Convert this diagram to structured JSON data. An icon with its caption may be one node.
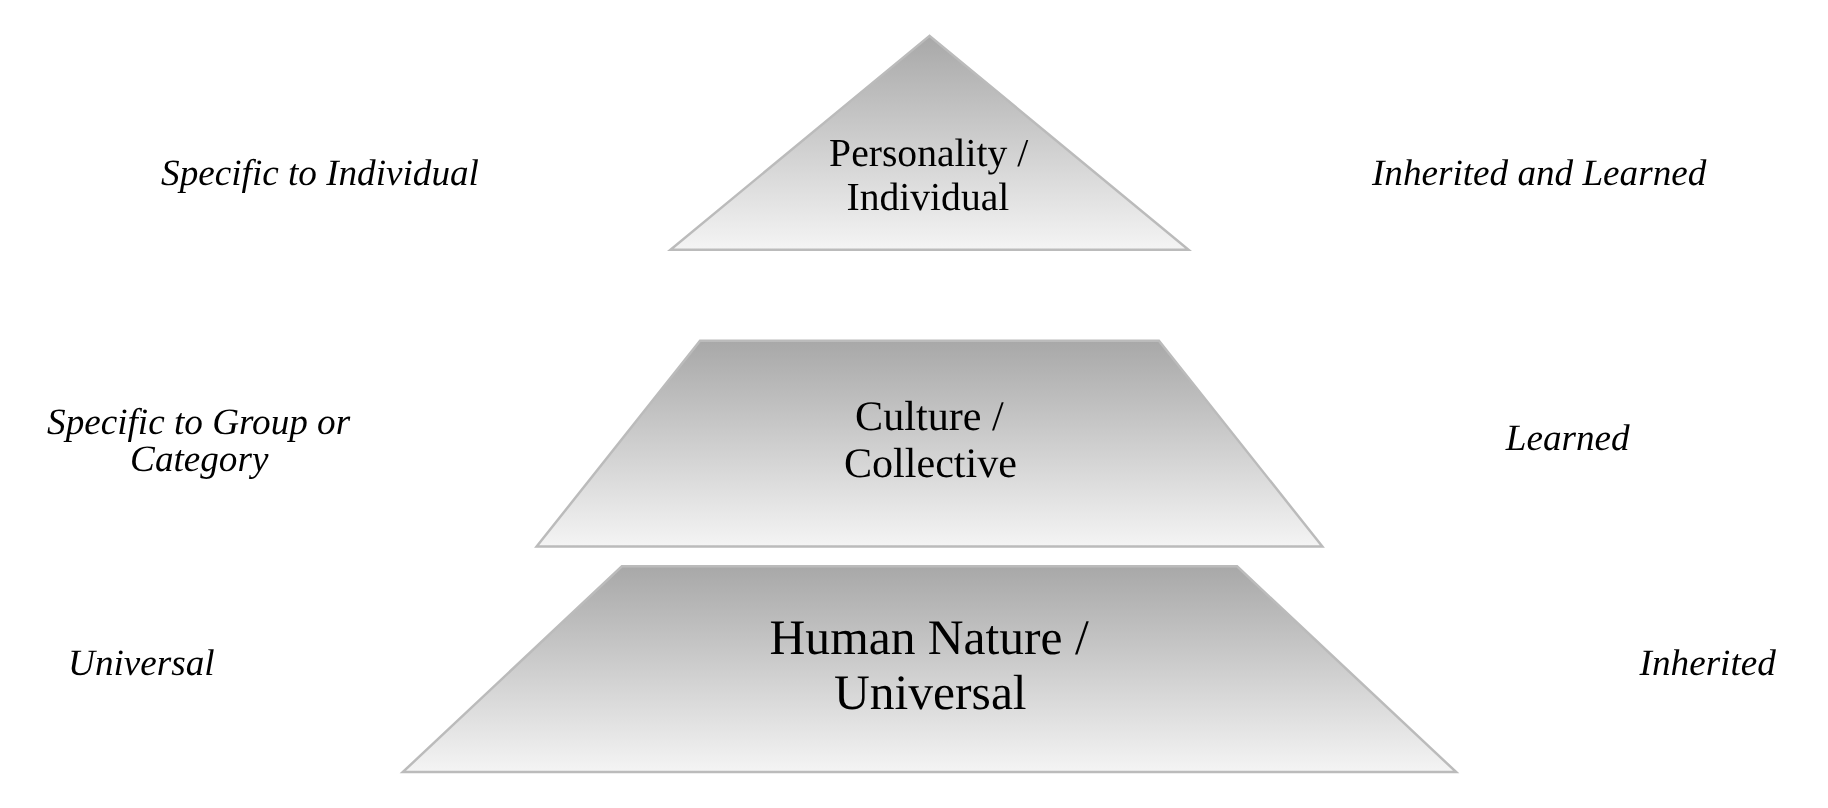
{
  "diagram": {
    "nodes": [
      {
        "text": [
          "Personality / Individual"
        ]
      },
      {
        "text": [
          "Culture / Collective"
        ]
      },
      {
        "text": [
          "Human Nature / Universal"
        ]
      }
    ],
    "labels": [
      "Specific to Individual",
      "Inherited and Learned",
      "Specific to Group or Category",
      "Learned",
      "Universal",
      "Inherited"
    ]
  }
}
